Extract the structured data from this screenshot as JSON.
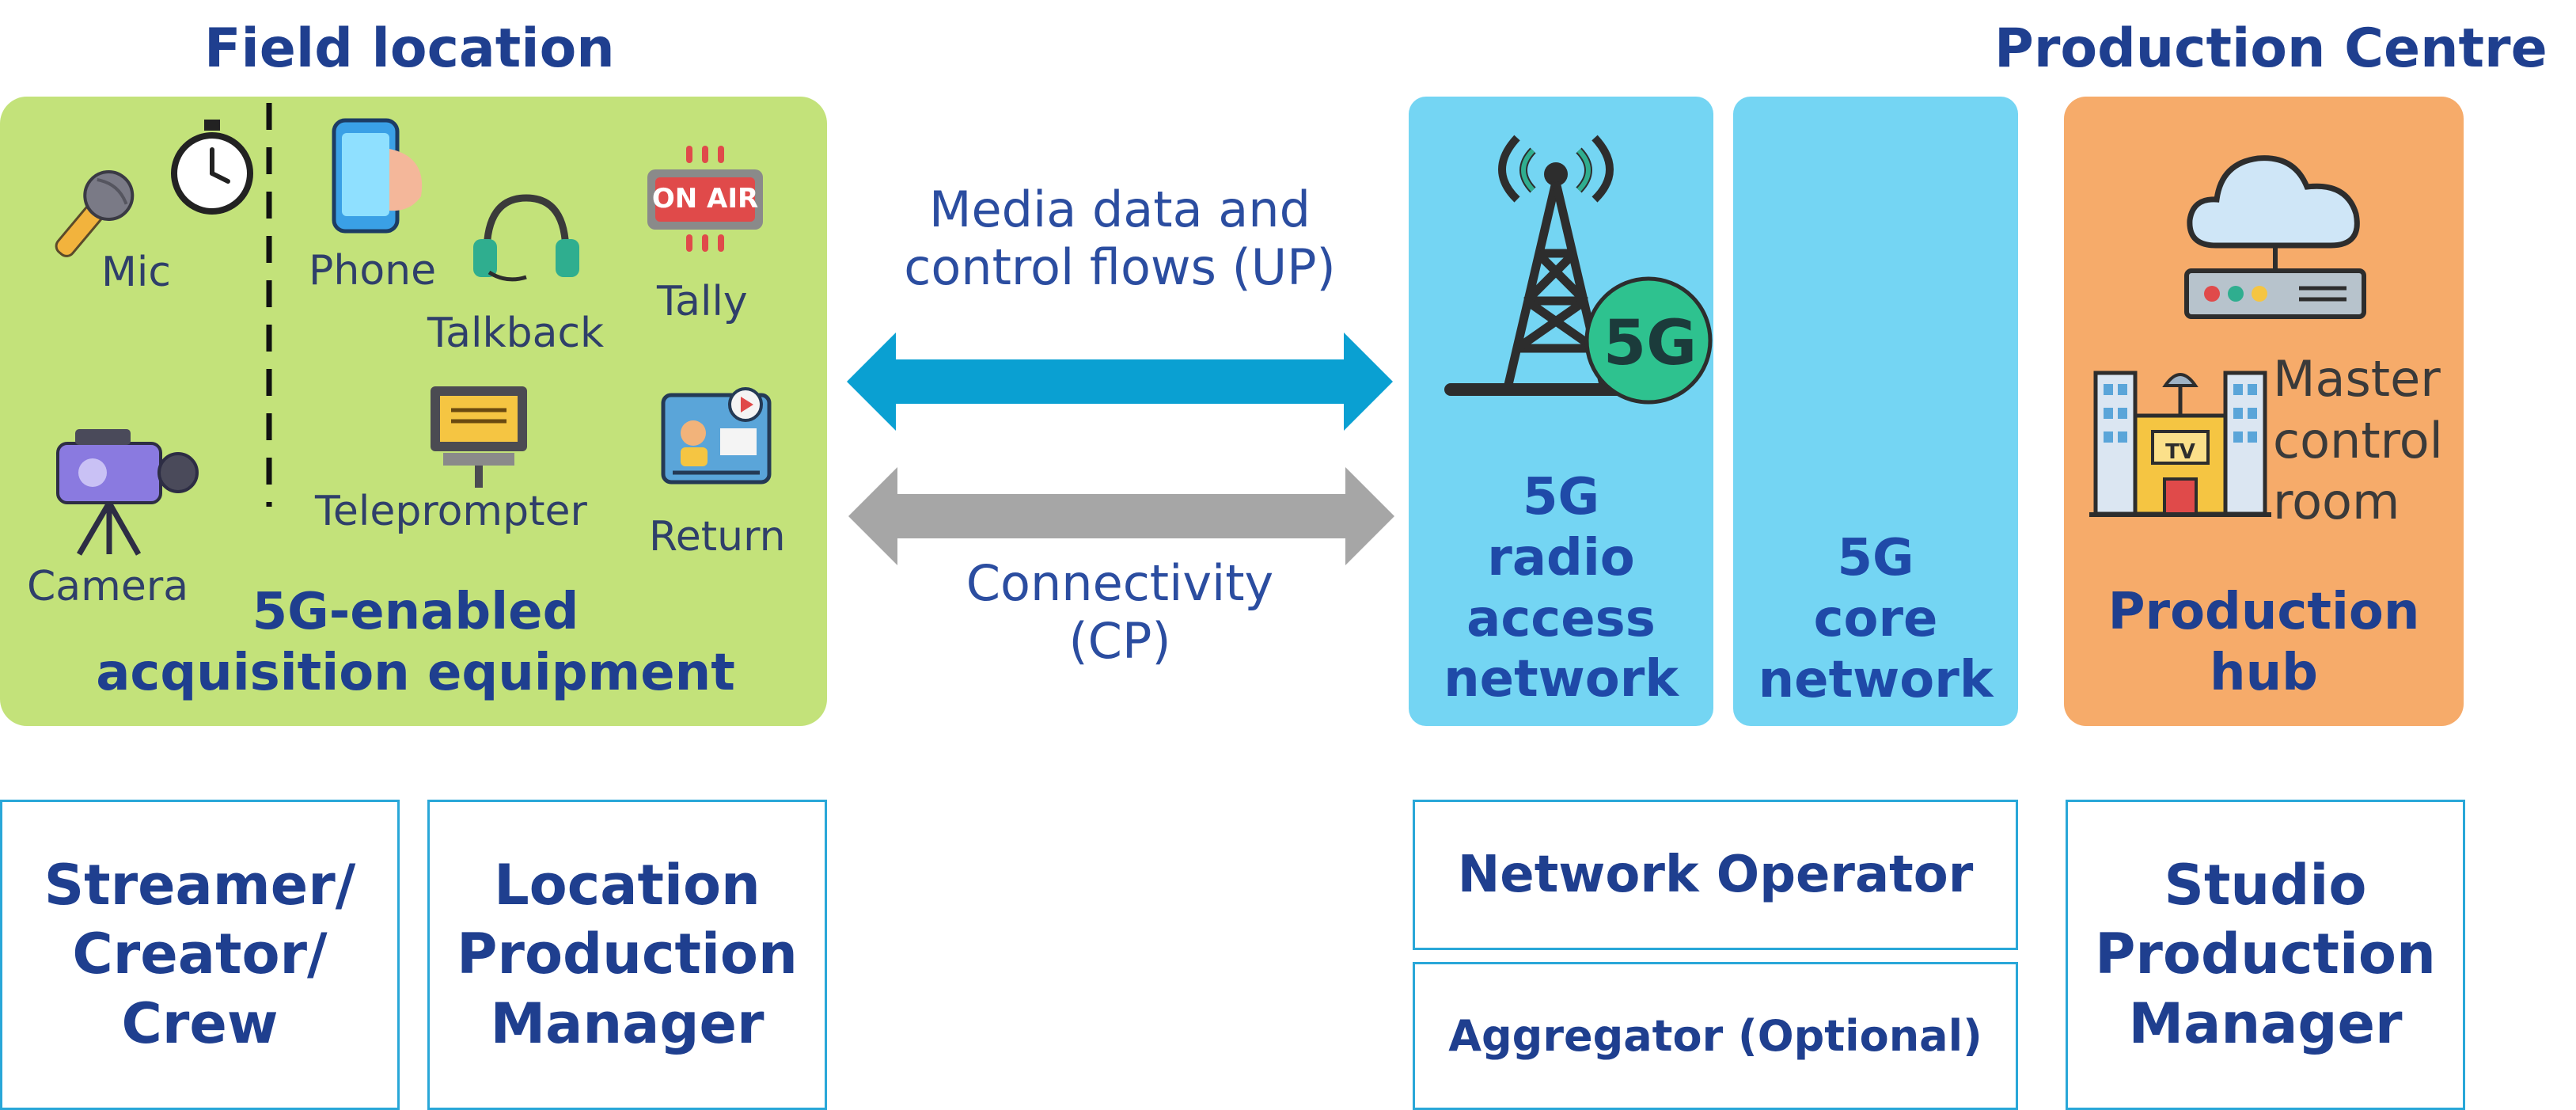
{
  "headings": {
    "field": "Field location",
    "production": "Production Centre"
  },
  "field_panel": {
    "items": {
      "mic": "Mic",
      "phone": "Phone",
      "talkback": "Talkback",
      "tally": "Tally",
      "tally_sign": "ON AIR",
      "camera": "Camera",
      "teleprompter": "Teleprompter",
      "return": "Return"
    },
    "title_line1": "5G-enabled",
    "title_line2": "acquisition equipment"
  },
  "flows": {
    "up_line1": "Media data and",
    "up_line2": "control flows (UP)",
    "cp_line1": "Connectivity",
    "cp_line2": "(CP)"
  },
  "ran": {
    "badge": "5G",
    "line1": "5G",
    "line2": "radio",
    "line3": "access",
    "line4": "network"
  },
  "core": {
    "line1": "5G",
    "line2": "core",
    "line3": "network"
  },
  "hub": {
    "mcr_line1": "Master",
    "mcr_line2": "control",
    "mcr_line3": "room",
    "tv_sign": "TV",
    "line1": "Production",
    "line2": "hub"
  },
  "roles": {
    "streamer": [
      "Streamer/",
      "Creator/",
      "Crew"
    ],
    "location_pm": [
      "Location",
      "Production",
      "Manager"
    ],
    "network_operator": "Network Operator",
    "aggregator": "Aggregator (Optional)",
    "studio_pm": [
      "Studio",
      "Production",
      "Manager"
    ]
  },
  "colors": {
    "field_panel": "#c3e27a",
    "ran_panel": "#74d5f3",
    "core_panel": "#74d5f3",
    "hub_panel": "#f6ab6a",
    "heading_text": "#1f3f8f",
    "up_arrow": "#0aa0d2",
    "cp_arrow": "#a6a6a6",
    "role_border": "#29a7d8"
  },
  "icons": [
    "microphone-icon",
    "stopwatch-icon",
    "phone-icon",
    "headset-icon",
    "on-air-icon",
    "video-camera-icon",
    "teleprompter-icon",
    "monitor-play-icon",
    "cell-tower-icon",
    "cloud-server-icon",
    "tv-station-icon"
  ]
}
